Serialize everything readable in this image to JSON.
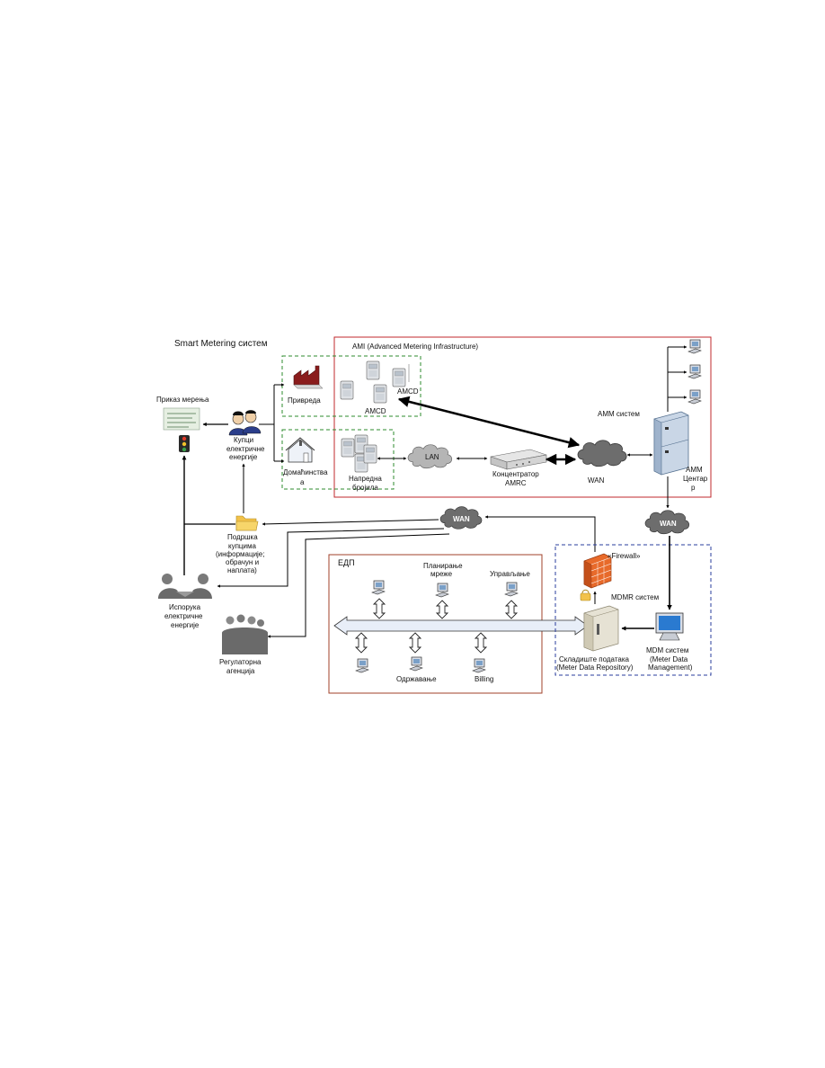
{
  "colors": {
    "ami_border": "#c0282d",
    "edp_border": "#a0402a",
    "green_dash": "#2e8b2e",
    "blue_dash": "#2a3c9c",
    "cloud": "#6d6d6d",
    "firewall": "#e86a2a",
    "bus_fill": "#e8eef8"
  },
  "labels": {
    "smart_metering": "Smart Metering систем",
    "ami": "AMI (Advanced Metering Infrastructure)",
    "privreda": "Привреда",
    "amcd_1": "AMCD",
    "amcd_2": "AMCD",
    "prikaz_merenja": "Приказ мерења",
    "kupci_1": "Купци",
    "kupci_2": "електричне",
    "kupci_3": "енергије",
    "domacinstva_1": "Домаћинства",
    "domacinstva_2": "а",
    "napredna_1": "Напредна",
    "napredna_2": "бројила",
    "lan": "LAN",
    "koncentrator_1": "Концентратор",
    "koncentrator_2": "AMRC",
    "wan_main": "WAN",
    "amm_sistem": "AMM систем",
    "amm_centar_1": "AMM",
    "amm_centar_2": "Центар",
    "amm_centar_3": "р",
    "wan_cloud_left": "WAN",
    "wan_cloud_right": "WAN",
    "podrska_1": "Подршка",
    "podrska_2": "купцима",
    "podrska_3": "(информације;",
    "podrska_4": "обрачун и",
    "podrska_5": "наплата)",
    "edp": "ЕДП",
    "planiranje_1": "Планирање",
    "planiranje_2": "мреже",
    "upravljanje": "Управљање",
    "firewall": "«Firewall»",
    "mdmr": "MDMR систем",
    "isporuka_1": "Испорука",
    "isporuka_2": "електричне",
    "isporuka_3": "енергије",
    "regulatorna_1": "Регулаторна",
    "regulatorna_2": "агенција",
    "odrzavanje": "Одржавање",
    "billing": "Billing",
    "skladiste_1": "Складиште података",
    "skladiste_2": "(Meter Data Repository)",
    "mdm_1": "MDM систем",
    "mdm_2": "(Meter Data",
    "mdm_3": "Management)"
  }
}
